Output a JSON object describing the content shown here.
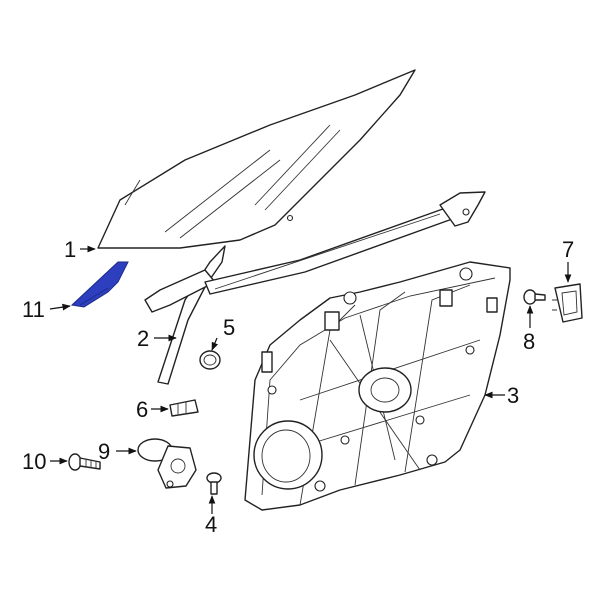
{
  "diagram": {
    "highlight_color": "#2d3fbf",
    "callouts": [
      {
        "id": "c1",
        "label": "1"
      },
      {
        "id": "c2",
        "label": "2"
      },
      {
        "id": "c3",
        "label": "3"
      },
      {
        "id": "c4",
        "label": "4"
      },
      {
        "id": "c5",
        "label": "5"
      },
      {
        "id": "c6",
        "label": "6"
      },
      {
        "id": "c7",
        "label": "7"
      },
      {
        "id": "c8",
        "label": "8"
      },
      {
        "id": "c9",
        "label": "9"
      },
      {
        "id": "c10",
        "label": "10"
      },
      {
        "id": "c11",
        "label": "11"
      }
    ]
  }
}
